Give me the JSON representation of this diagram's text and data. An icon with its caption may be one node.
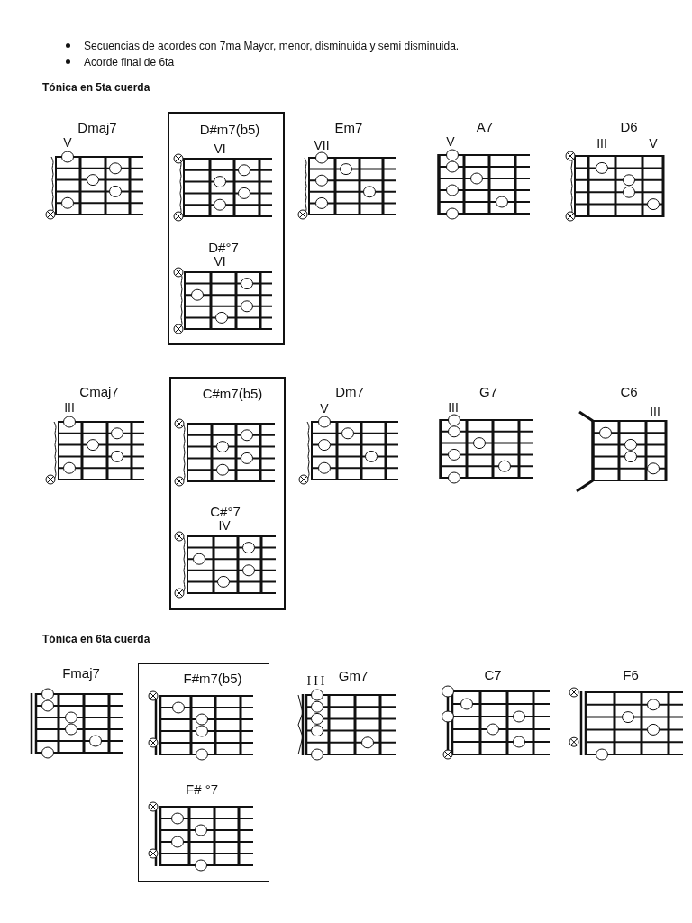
{
  "diagram": {
    "nodes": [
      {
        "text": [
          "Dmaj7",
          "V"
        ]
      },
      {
        "text": [],
        "shape": "box"
      },
      {
        "text": [
          "D#m7(b5)",
          "VI"
        ],
        "in": 1
      },
      {
        "text": [
          "D#°7",
          "VI"
        ],
        "in": 1
      },
      {
        "text": [
          "Em7",
          "VII"
        ]
      },
      {
        "text": [
          "A7",
          "V"
        ]
      },
      {
        "text": [
          "D6",
          "III",
          "V"
        ]
      },
      {
        "text": [
          "Cmaj7",
          "III"
        ]
      },
      {
        "text": [],
        "shape": "box"
      },
      {
        "text": [
          "C#m7(b5)"
        ],
        "in": 8
      },
      {
        "text": [
          "C#°7",
          "IV"
        ],
        "in": 8
      },
      {
        "text": [
          "Dm7",
          "V"
        ]
      },
      {
        "text": [
          "G7",
          "III"
        ]
      },
      {
        "text": [
          "C6",
          "III"
        ]
      },
      {
        "text": [
          "Fmaj7"
        ]
      },
      {
        "text": [],
        "shape": "box"
      },
      {
        "text": [
          "F#m7(b5)"
        ],
        "in": 15
      },
      {
        "text": [
          "F# °7"
        ],
        "in": 15
      },
      {
        "text": [
          "Gm7",
          "III"
        ]
      },
      {
        "text": [
          "C7"
        ]
      },
      {
        "text": [
          "F6"
        ]
      }
    ],
    "labels": [
      "Secuencias de acordes con 7ma Mayor, menor, disminuida y semi disminuida.",
      "Acorde final de 6ta",
      "Tónica en 5ta cuerda",
      "Tónica en 6ta cuerda"
    ]
  }
}
